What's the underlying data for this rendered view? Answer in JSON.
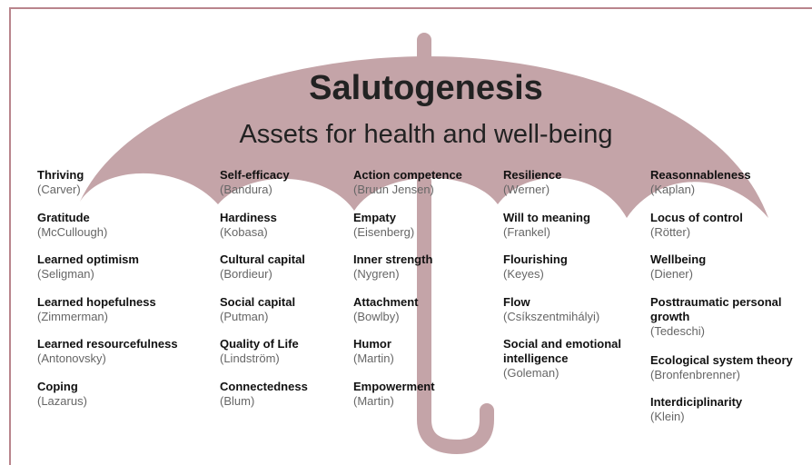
{
  "title": "Salutogenesis",
  "subtitle": "Assets for health and well-being",
  "colors": {
    "umbrella": "#c4a4a8",
    "frame": "#b9858c",
    "name": "#111111",
    "author": "#666666"
  },
  "columns": [
    {
      "items": [
        {
          "name": "Thriving",
          "author": "(Carver)"
        },
        {
          "name": "Gratitude",
          "author": "(McCullough)"
        },
        {
          "name": "Learned optimism",
          "author": "(Seligman)"
        },
        {
          "name": "Learned hopefulness",
          "author": "(Zimmerman)"
        },
        {
          "name": "Learned resourcefulness",
          "author": "(Antonovsky)"
        },
        {
          "name": "Coping",
          "author": "(Lazarus)"
        }
      ]
    },
    {
      "items": [
        {
          "name": "Self-efficacy",
          "author": "(Bandura)"
        },
        {
          "name": "Hardiness",
          "author": "(Kobasa)"
        },
        {
          "name": "Cultural capital",
          "author": "(Bordieur)"
        },
        {
          "name": "Social capital",
          "author": "(Putman)"
        },
        {
          "name": "Quality of Life",
          "author": "(Lindström)"
        },
        {
          "name": "Connectedness",
          "author": "(Blum)"
        }
      ]
    },
    {
      "items": [
        {
          "name": "Action competence",
          "author": "(Bruun Jensen)"
        },
        {
          "name": "Empaty",
          "author": "(Eisenberg)"
        },
        {
          "name": "Inner strength",
          "author": "(Nygren)"
        },
        {
          "name": "Attachment",
          "author": "(Bowlby)"
        },
        {
          "name": "Humor",
          "author": "(Martin)"
        },
        {
          "name": "Empowerment",
          "author": "(Martin)"
        }
      ]
    },
    {
      "items": [
        {
          "name": "Resilience",
          "author": "(Werner)"
        },
        {
          "name": "Will to meaning",
          "author": "(Frankel)"
        },
        {
          "name": "Flourishing",
          "author": "(Keyes)"
        },
        {
          "name": "Flow",
          "author": "(Csíkszentmihályi)"
        },
        {
          "name": "Social and emotional intelligence",
          "author": "(Goleman)"
        }
      ]
    },
    {
      "items": [
        {
          "name": "Reasonnableness",
          "author": "(Kaplan)"
        },
        {
          "name": "Locus of control",
          "author": "(Rötter)"
        },
        {
          "name": "Wellbeing",
          "author": "(Diener)"
        },
        {
          "name": "Posttraumatic personal growth",
          "author": "(Tedeschi)"
        },
        {
          "name": "Ecological system theory",
          "author": "(Bronfenbrenner)"
        },
        {
          "name": "Interdiciplinarity",
          "author": "(Klein)"
        }
      ]
    }
  ]
}
